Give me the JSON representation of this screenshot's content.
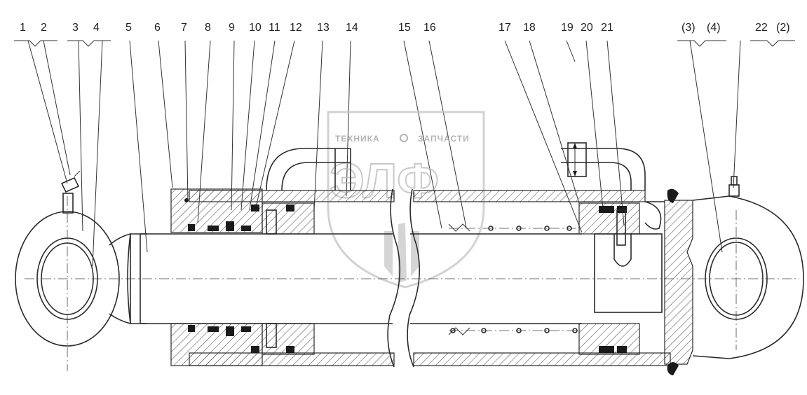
{
  "callouts": [
    "1",
    "2",
    "3",
    "4",
    "5",
    "6",
    "7",
    "8",
    "9",
    "10",
    "11",
    "12",
    "13",
    "14",
    "15",
    "16",
    "17",
    "18",
    "19",
    "20",
    "21",
    "(3)",
    "(4)",
    "22",
    "(2)"
  ],
  "watermark": {
    "top_text": "ТЕХНИКА",
    "top_text_right": "ЗАПЧАСТИ",
    "logo_text": "ЭЛФ"
  },
  "colors": {
    "line": "#2a2a2a",
    "watermark": "#b8b8b8",
    "background": "#ffffff"
  }
}
